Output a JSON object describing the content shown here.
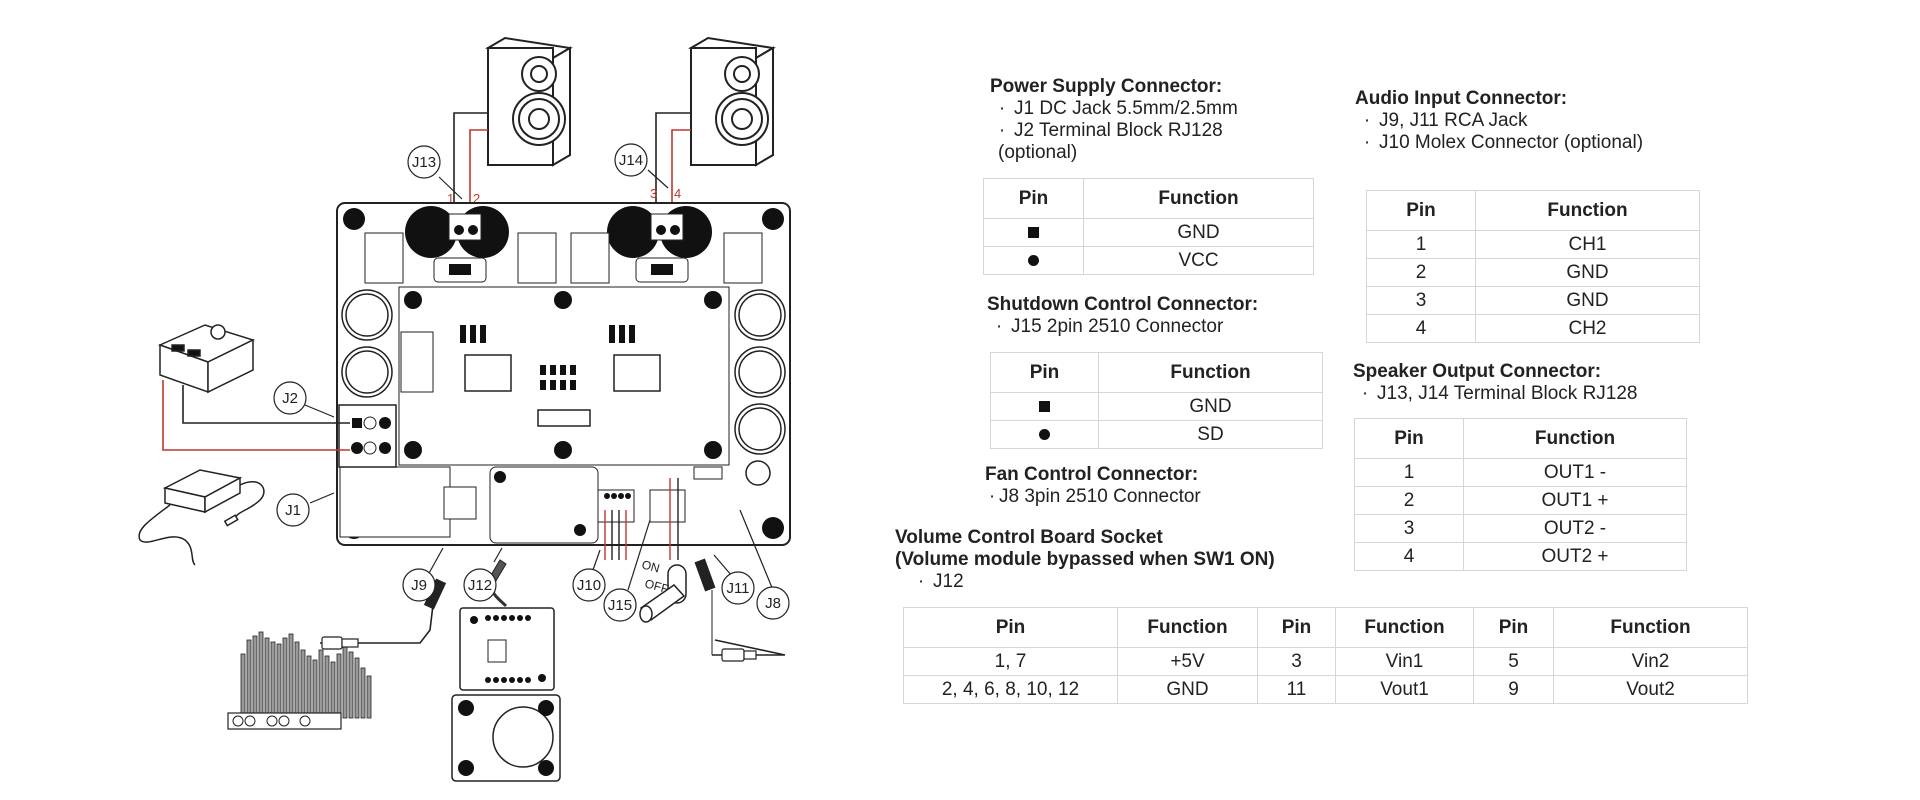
{
  "diagram": {
    "labels": {
      "j1": "J1",
      "j2": "J2",
      "j8": "J8",
      "j9": "J9",
      "j10": "J10",
      "j11": "J11",
      "j12": "J12",
      "j13": "J13",
      "j14": "J14",
      "j15": "J15"
    },
    "speaker_pins": [
      "1",
      "2",
      "3",
      "4"
    ],
    "switch_labels": {
      "on": "ON",
      "off": "OFF"
    },
    "wire_colors": {
      "positive": "#c0392b",
      "negative": "#222222"
    }
  },
  "power_supply": {
    "title": "Power Supply Connector:",
    "items": [
      "J1 DC Jack 5.5mm/2.5mm",
      "J2 Terminal Block RJ128"
    ],
    "note": "(optional)",
    "headers": [
      "Pin",
      "Function"
    ],
    "rows": [
      {
        "pin_symbol": "square",
        "function": "GND"
      },
      {
        "pin_symbol": "circle",
        "function": "VCC"
      }
    ]
  },
  "shutdown": {
    "title": "Shutdown Control Connector:",
    "items": [
      "J15 2pin 2510 Connector"
    ],
    "headers": [
      "Pin",
      "Function"
    ],
    "rows": [
      {
        "pin_symbol": "square",
        "function": "GND"
      },
      {
        "pin_symbol": "circle",
        "function": "SD"
      }
    ]
  },
  "fan": {
    "title": "Fan Control Connector:",
    "items": [
      "J8 3pin 2510 Connector"
    ]
  },
  "volume": {
    "title_line1": "Volume Control Board Socket",
    "title_line2": "(Volume module bypassed when SW1 ON)",
    "items": [
      "J12"
    ],
    "headers": [
      "Pin",
      "Function",
      "Pin",
      "Function",
      "Pin",
      "Function"
    ],
    "rows": [
      [
        "1, 7",
        "+5V",
        "3",
        "Vin1",
        "5",
        "Vin2"
      ],
      [
        "2, 4, 6, 8, 10, 12",
        "GND",
        "11",
        "Vout1",
        "9",
        "Vout2"
      ]
    ]
  },
  "audio_input": {
    "title": "Audio Input Connector:",
    "items": [
      "J9, J11 RCA Jack",
      "J10 Molex Connector (optional)"
    ],
    "headers": [
      "Pin",
      "Function"
    ],
    "rows": [
      [
        "1",
        "CH1"
      ],
      [
        "2",
        "GND"
      ],
      [
        "3",
        "GND"
      ],
      [
        "4",
        "CH2"
      ]
    ]
  },
  "speaker_output": {
    "title": "Speaker Output Connector:",
    "items": [
      "J13, J14 Terminal Block RJ128"
    ],
    "headers": [
      "Pin",
      "Function"
    ],
    "rows": [
      [
        "1",
        "OUT1 -"
      ],
      [
        "2",
        "OUT1 +"
      ],
      [
        "3",
        "OUT2 -"
      ],
      [
        "4",
        "OUT2 +"
      ]
    ]
  }
}
